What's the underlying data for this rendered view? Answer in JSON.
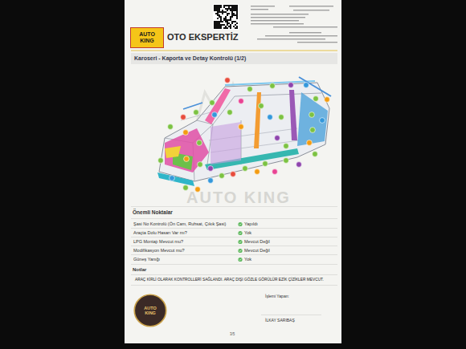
{
  "diagram": {
    "title": "OTO EKSPERTİZ",
    "nodes": [
      {
        "text": [
          "AUTO KING"
        ]
      },
      {
        "text": [
          "Karoseri - Kaporta ve Detay Kontrolü (1/2)"
        ]
      },
      {
        "text": [
          "AUTO KING"
        ]
      }
    ],
    "labels": [
      "Önemli Noktalar",
      "Şasi No Kontrolü (Ön Cam, Ruhsat, Çıkık Şasi)",
      "Yapıldı",
      "Araçta Dolu Hasarı Var mı?",
      "Yok",
      "LPG Montajı Mevcut mu?",
      "Mevcut Değil",
      "Modifikasyon Mevcut mu?",
      "Mevcut Değil",
      "Güneş Yanığı",
      "Yok",
      "Notlar",
      "ARAÇ KİRLİ OLARAK KONTROLLERİ SAĞLANDI. ARAÇ DIŞI GÖZLE GÖRÜLÜR EZİK ÇİZİKLER MEVCUT.",
      "İşlemi Yapan:",
      "İLKAY SARIBAŞ",
      "3/5",
      "AUTO KING"
    ]
  }
}
